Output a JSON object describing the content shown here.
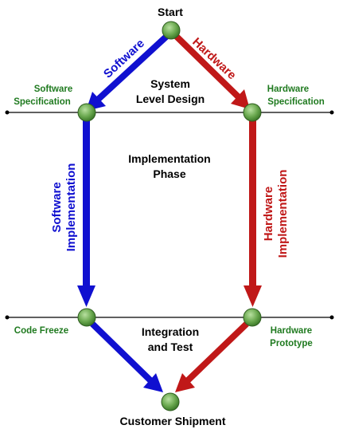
{
  "diagram": {
    "nodes": {
      "start": "Start",
      "customer_shipment": "Customer Shipment",
      "software_specification": [
        "Software",
        "Specification"
      ],
      "hardware_specification": [
        "Hardware",
        "Specification"
      ],
      "code_freeze": "Code Freeze",
      "hardware_prototype": [
        "Hardware",
        "Prototype"
      ]
    },
    "arrows": {
      "software": "Software",
      "hardware": "Hardware",
      "software_implementation": [
        "Software",
        "Implementation"
      ],
      "hardware_implementation": [
        "Hardware",
        "Implementation"
      ]
    },
    "phases": {
      "system_level_design": [
        "System",
        "Level Design"
      ],
      "implementation_phase": [
        "Implementation",
        "Phase"
      ],
      "integration_and_test": [
        "Integration",
        "and Test"
      ]
    },
    "colors": {
      "software": "#1010d0",
      "hardware": "#c01818",
      "milestone_fill": "#6aa84f",
      "milestone_label": "#1f7a1f",
      "timeline": "#000000"
    }
  }
}
